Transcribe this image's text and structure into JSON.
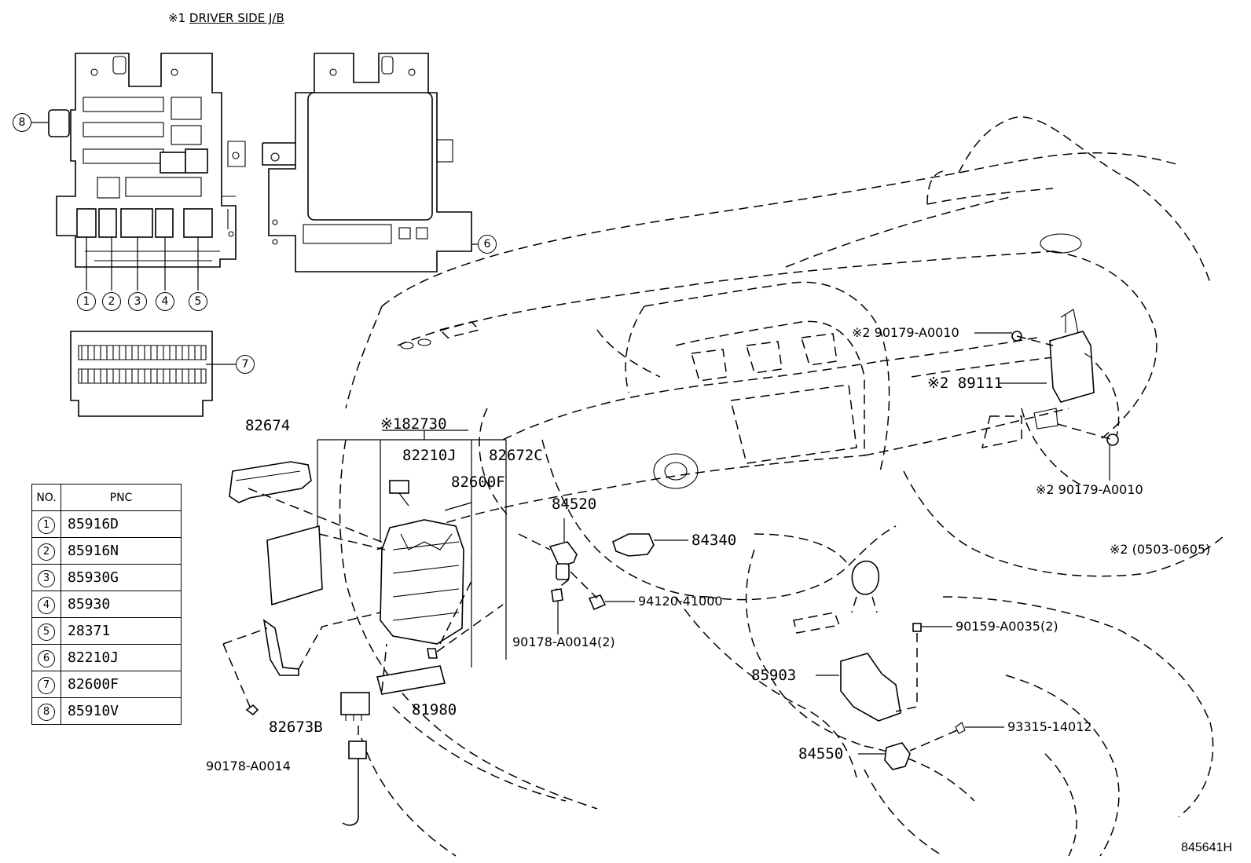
{
  "header": {
    "mark": "※1",
    "title": "DRIVER SIDE J/B"
  },
  "table": {
    "col_no": "NO.",
    "col_pnc": "PNC",
    "rows": [
      {
        "no": "1",
        "pnc": "85916D"
      },
      {
        "no": "2",
        "pnc": "85916N"
      },
      {
        "no": "3",
        "pnc": "85930G"
      },
      {
        "no": "4",
        "pnc": "85930"
      },
      {
        "no": "5",
        "pnc": "28371"
      },
      {
        "no": "6",
        "pnc": "82210J"
      },
      {
        "no": "7",
        "pnc": "82600F"
      },
      {
        "no": "8",
        "pnc": "85910V"
      }
    ]
  },
  "callouts": {
    "c1": "1",
    "c2": "2",
    "c3": "3",
    "c4": "4",
    "c5": "5",
    "c6": "6",
    "c7": "7",
    "c8": "8"
  },
  "labels": {
    "p82674": "82674",
    "p82730": "※182730",
    "p82210j": "82210J",
    "p82672c": "82672C",
    "p82600f": "82600F",
    "p84520": "84520",
    "p84340": "84340",
    "p94120": "94120-41000",
    "p90178_2": "90178-A0014(2)",
    "p81980": "81980",
    "p82673b": "82673B",
    "p90178": "90178-A0014",
    "p90179_top": "※2  90179-A0010",
    "p89111": "※2  89111",
    "p90179_bot": "※2  90179-A0010",
    "note2": "※2 (0503-0605)",
    "p90159": "90159-A0035(2)",
    "p85903": "85903",
    "p93315": "93315-14012",
    "p84550": "84550"
  },
  "figure_id": "845641H"
}
